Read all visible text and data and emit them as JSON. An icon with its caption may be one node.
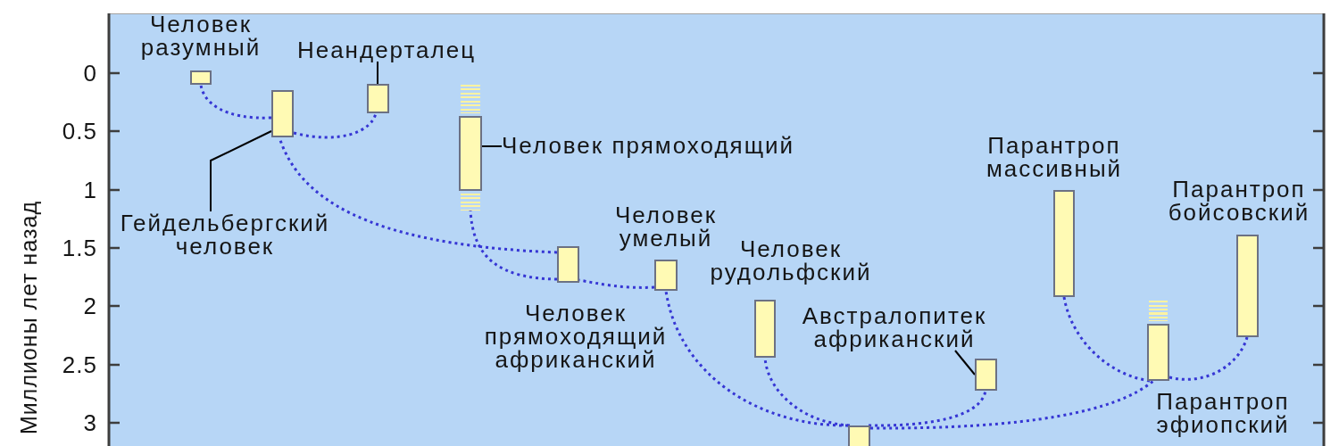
{
  "diagram": {
    "nodes": [
      {
        "text": [],
        "shape": "bar",
        "beside": [
          "Человек разумный"
        ]
      },
      {
        "text": [
          "Неандерталец"
        ]
      },
      {
        "text": [],
        "shape": "bar"
      },
      {
        "text": [],
        "shape": "bar"
      },
      {
        "text": [],
        "shape": "bar"
      },
      {
        "text": [
          "Человек прямоходящий"
        ]
      },
      {
        "text": [
          "Гейдельбергский человек"
        ]
      },
      {
        "text": [],
        "shape": "bar",
        "beside": [
          "Человек прямоходящий африканский"
        ]
      },
      {
        "text": [],
        "shape": "bar",
        "beside": [
          "Человек умелый"
        ]
      },
      {
        "text": [],
        "shape": "bar",
        "beside": [
          "Человек рудольфский"
        ]
      },
      {
        "text": [],
        "shape": "bar",
        "beside": [
          "Парантроп массивный"
        ]
      },
      {
        "text": [],
        "shape": "bar",
        "beside": [
          "Парантроп бойсовский"
        ]
      },
      {
        "text": [
          "Австралопитек африканский"
        ]
      },
      {
        "text": [],
        "shape": "bar"
      },
      {
        "text": [],
        "shape": "bar",
        "beside": [
          "Парантроп эфиопский"
        ]
      },
      {
        "text": [],
        "shape": "bar"
      }
    ],
    "edges": [
      {
        "from": 3,
        "to": 0,
        "arrow": "none",
        "style": "dashed"
      },
      {
        "from": 3,
        "to": 2,
        "arrow": "none",
        "style": "dashed"
      },
      {
        "from": 1,
        "to": 2,
        "arrow": "none",
        "color": "#000000"
      },
      {
        "from": 6,
        "to": 3,
        "arrow": "none",
        "color": "#000000"
      },
      {
        "from": 5,
        "to": 4,
        "arrow": "none",
        "color": "#000000"
      },
      {
        "from": 7,
        "to": 3,
        "arrow": "none",
        "style": "dashed"
      },
      {
        "from": 7,
        "to": 4,
        "arrow": "none",
        "style": "dashed"
      },
      {
        "from": 8,
        "to": 7,
        "arrow": "none",
        "style": "dashed"
      },
      {
        "from": 15,
        "to": 8,
        "arrow": "none",
        "style": "dashed"
      },
      {
        "from": 15,
        "to": 9,
        "arrow": "none",
        "style": "dashed"
      },
      {
        "from": 12,
        "to": 13,
        "arrow": "none",
        "color": "#000000"
      },
      {
        "from": 15,
        "to": 13,
        "arrow": "none",
        "style": "dashed"
      },
      {
        "from": 15,
        "to": 14,
        "arrow": "none",
        "style": "dashed"
      },
      {
        "from": 14,
        "to": 10,
        "arrow": "none",
        "style": "dashed"
      },
      {
        "from": 14,
        "to": 11,
        "arrow": "none",
        "style": "dashed"
      }
    ],
    "labels": [
      "0",
      "0.5",
      "1",
      "1.5",
      "2",
      "2.5",
      "3",
      "Миллионы лет назад"
    ]
  }
}
